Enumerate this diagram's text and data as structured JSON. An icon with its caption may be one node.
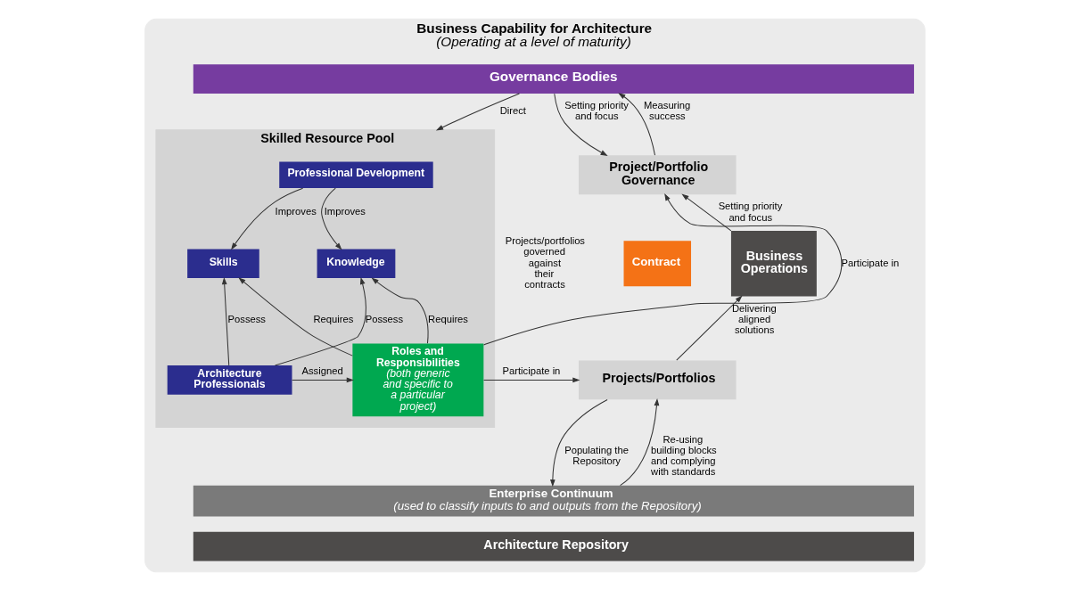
{
  "diagram": {
    "nodes": [
      {
        "text": [
          "Business Capability for Architecture",
          "(Operating at a level of maturity)"
        ]
      },
      {
        "text": [
          "Governance Bodies"
        ],
        "in": 0
      },
      {
        "text": [
          "Skilled Resource Pool"
        ],
        "in": 0
      },
      {
        "text": [
          "Professional Development"
        ],
        "in": 2
      },
      {
        "text": [
          "Skills"
        ],
        "in": 2
      },
      {
        "text": [
          "Knowledge"
        ],
        "in": 2
      },
      {
        "text": [
          "Architecture Professionals"
        ],
        "in": 2
      },
      {
        "text": [
          "Roles and Responsibilities",
          "(both generic and specific to a particular project)"
        ],
        "in": 2
      },
      {
        "text": [
          "Project/Portfolio Governance"
        ],
        "in": 0
      },
      {
        "text": [
          "Contract"
        ],
        "in": 0
      },
      {
        "text": [
          "Projects/Portfolios"
        ],
        "in": 0
      },
      {
        "text": [
          "Business Operations"
        ],
        "in": 0
      },
      {
        "text": [
          "Enterprise Continuum",
          "(used to classify inputs to and outputs from the Repository)"
        ],
        "in": 0
      },
      {
        "text": [
          "Architecture Repository"
        ],
        "in": 0
      }
    ],
    "edges": [
      {
        "from": 1,
        "to": 2,
        "arrow": "to",
        "label": "Direct"
      },
      {
        "from": 1,
        "to": 8,
        "arrow": "to",
        "label": "Setting priority and focus"
      },
      {
        "from": 8,
        "to": 1,
        "arrow": "to",
        "label": "Measuring success"
      },
      {
        "from": 3,
        "to": 4,
        "arrow": "to",
        "label": "Improves"
      },
      {
        "from": 3,
        "to": 5,
        "arrow": "to",
        "label": "Improves"
      },
      {
        "from": 7,
        "to": 5,
        "arrow": "to",
        "label": "Requires"
      },
      {
        "from": 7,
        "to": 4,
        "arrow": "to",
        "label": "Requires"
      },
      {
        "from": 6,
        "to": 4,
        "arrow": "to",
        "label": "Possess"
      },
      {
        "from": 6,
        "to": 5,
        "arrow": "to",
        "label": "Possess"
      },
      {
        "from": 6,
        "to": 7,
        "arrow": "to",
        "label": "Assigned"
      },
      {
        "from": 7,
        "to": 8,
        "arrow": "to",
        "label": "Participate in"
      },
      {
        "from": 7,
        "to": 10,
        "arrow": "to",
        "label": "Participate in"
      },
      {
        "from": 11,
        "to": 8,
        "arrow": "to",
        "label": "Setting priority and focus"
      },
      {
        "from": 10,
        "to": 11,
        "arrow": "to",
        "label": "Delivering aligned solutions"
      },
      {
        "from": 10,
        "to": 12,
        "arrow": "to",
        "label": "Populating the Repository"
      },
      {
        "from": 12,
        "to": 10,
        "arrow": "to",
        "label": "Re-using building blocks and complying with standards"
      }
    ],
    "labels": [
      "Projects/portfolios governed against their contracts"
    ]
  }
}
